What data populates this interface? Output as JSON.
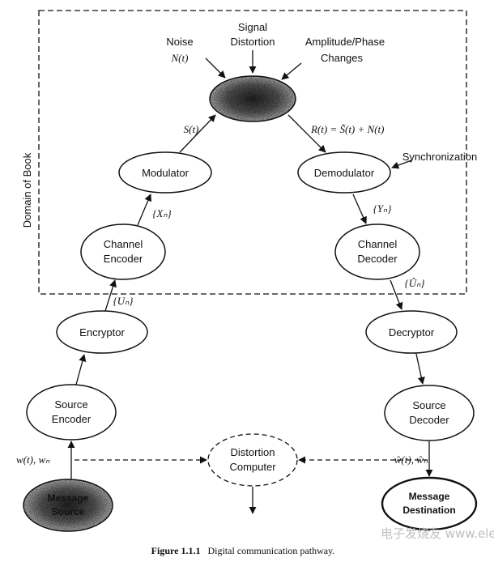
{
  "boundary": {
    "label": "Domain of Book"
  },
  "disturbances": {
    "noise_title": "Noise",
    "noise_symbol": "N(t)",
    "signal_distortion_line1": "Signal",
    "signal_distortion_line2": "Distortion",
    "amplitude_line1": "Amplitude/Phase",
    "amplitude_line2": "Changes"
  },
  "signals": {
    "s_t": "S(t)",
    "r_t": "R(t) = S̃(t) + N(t)",
    "x_n": "{Xₙ}",
    "y_n": "{Yₙ}",
    "u_n": "{Uₙ}",
    "u_hat_n": "{Ûₙ}",
    "w_in": "w(t), wₙ",
    "w_out": "ŵ(t), ŵₙ"
  },
  "synchronization": "Synchronization",
  "nodes": {
    "modulator": "Modulator",
    "demodulator": "Demodulator",
    "channel_encoder_1": "Channel",
    "channel_encoder_2": "Encoder",
    "channel_decoder_1": "Channel",
    "channel_decoder_2": "Decoder",
    "encryptor": "Encryptor",
    "decryptor": "Decryptor",
    "source_encoder_1": "Source",
    "source_encoder_2": "Encoder",
    "source_decoder_1": "Source",
    "source_decoder_2": "Decoder",
    "distortion_1": "Distortion",
    "distortion_2": "Computer",
    "message_source_1": "Message",
    "message_source_2": "Source",
    "message_dest_1": "Message",
    "message_dest_2": "Destination"
  },
  "caption": {
    "figure": "Figure 1.1.1",
    "text": "Digital communication pathway."
  },
  "watermark": "电子发烧友 www.elecfans.com"
}
